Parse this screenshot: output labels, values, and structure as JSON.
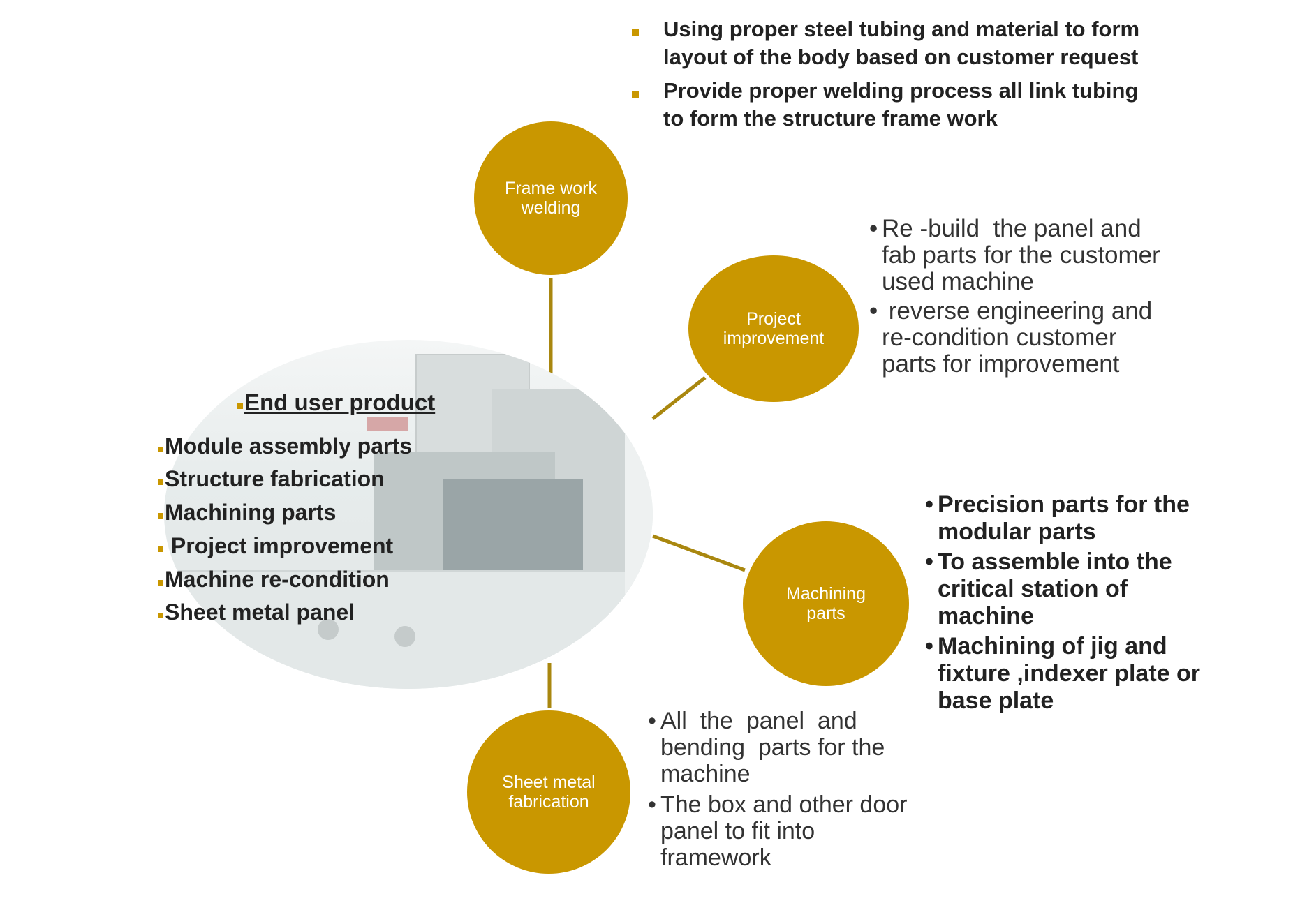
{
  "colors": {
    "accent": "#c99700",
    "text": "#222222",
    "circle_text": "#ffffff"
  },
  "hub": {
    "title": "End user  product",
    "items": [
      "Module assembly parts",
      "Structure fabrication",
      "Machining parts",
      " Project improvement",
      "Machine re-condition",
      "Sheet metal panel"
    ]
  },
  "nodes": {
    "frame_work": {
      "label": "Frame work\nwelding",
      "bullets": [
        "Using proper steel tubing and material to form layout of the body based on customer request",
        "Provide proper welding process all link tubing  to form the structure frame work"
      ]
    },
    "project": {
      "label": "Project\nimprovement",
      "bullets": [
        "Re -build  the panel and fab parts for the customer used machine",
        " reverse engineering and re-condition customer parts for improvement"
      ]
    },
    "machining": {
      "label": "Machining\nparts",
      "bullets": [
        "Precision parts for the modular parts",
        "To assemble into the critical station of machine",
        "Machining of jig and fixture ,indexer plate or base plate"
      ]
    },
    "sheet_metal": {
      "label": "Sheet metal\nfabrication",
      "bullets": [
        "All  the  panel  and bending  parts for the machine",
        "The box and other door panel to fit into framework"
      ]
    }
  }
}
